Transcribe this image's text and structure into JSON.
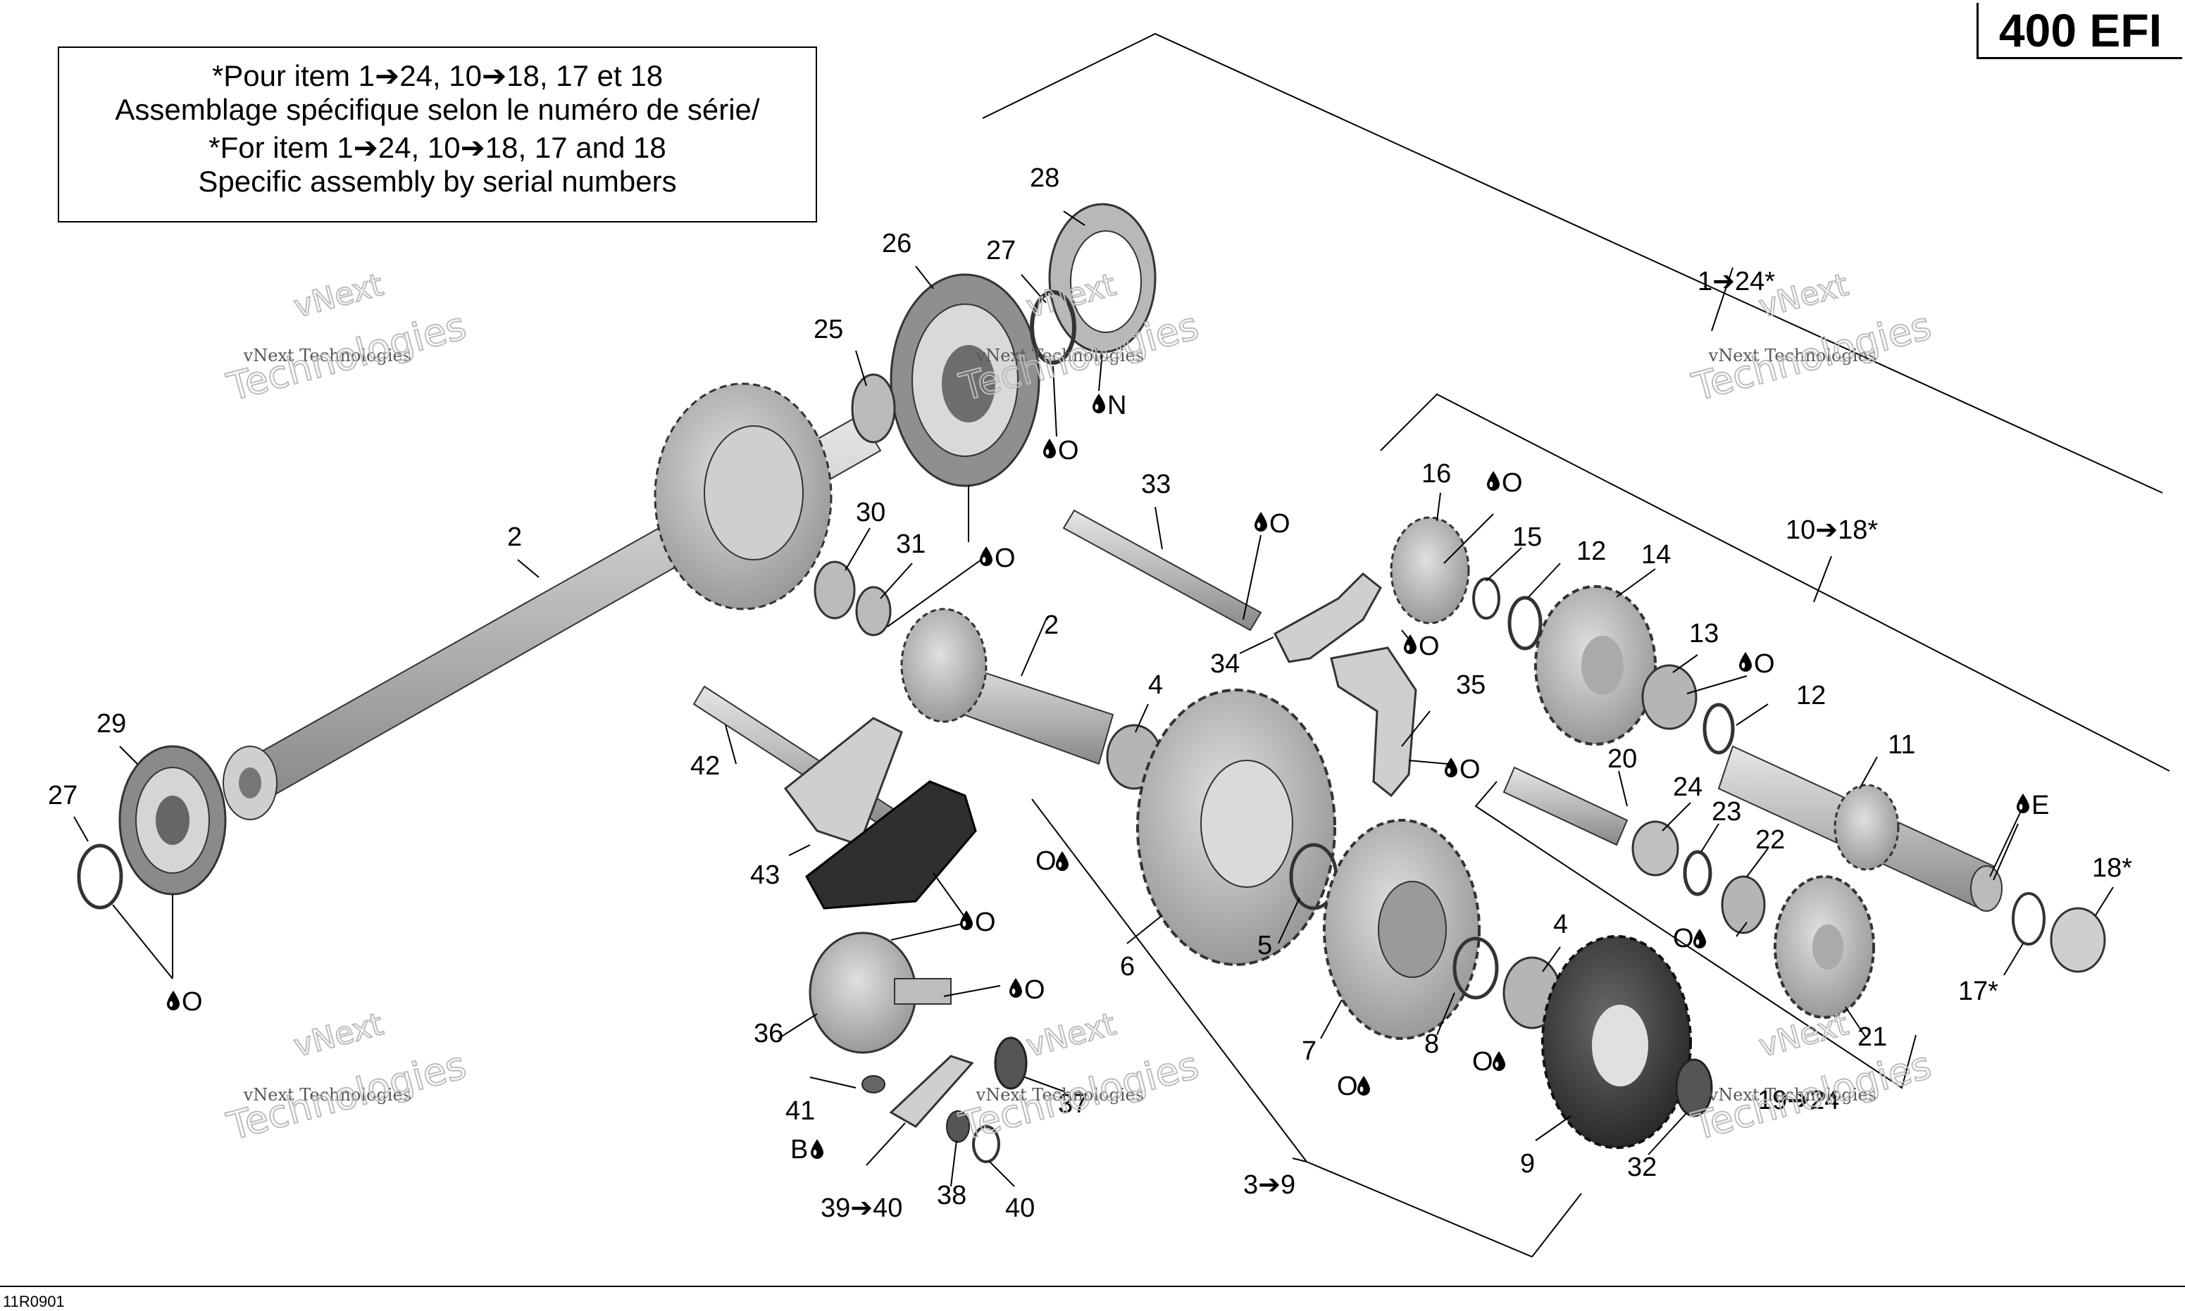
{
  "model_badge": "400 EFI",
  "note": {
    "line1": "*Pour item 1➔24, 10➔18, 17 et 18",
    "line2": "Assemblage spécifique selon le numéro de série/",
    "line3": "*For item 1➔24, 10➔18, 17 and 18",
    "line4": "Specific assembly by serial numbers"
  },
  "diagram_code": "11R0901",
  "watermark": {
    "line1": "vNext",
    "line2": "vNext Technologies",
    "line3": "Technologies"
  },
  "labels": {
    "l2a": "2",
    "l2b": "2",
    "l3_9": "3➔9",
    "l4a": "4",
    "l4b": "4",
    "l5": "5",
    "l6": "6",
    "l7": "7",
    "l8": "8",
    "l9": "9",
    "l10_18": "10➔18*",
    "l11": "11",
    "l12a": "12",
    "l12b": "12",
    "l13": "13",
    "l14": "14",
    "l15": "15",
    "l16": "16",
    "l17": "17*",
    "l18": "18*",
    "l19_24": "19➔24",
    "l20": "20",
    "l21": "21",
    "l22": "22",
    "l23": "23",
    "l24": "24",
    "l25": "25",
    "l26": "26",
    "l27a": "27",
    "l27b": "27",
    "l28": "28",
    "l29": "29",
    "l30": "30",
    "l31": "31",
    "l32": "32",
    "l33": "33",
    "l34": "34",
    "l35": "35",
    "l36": "36",
    "l37": "37",
    "l38": "38",
    "l39_40": "39➔40",
    "l40": "40",
    "l41": "41",
    "l42": "42",
    "l43": "43",
    "l1_24": "1➔24*"
  },
  "lube": {
    "O": "O",
    "N": "N",
    "E": "E",
    "B": "B"
  }
}
